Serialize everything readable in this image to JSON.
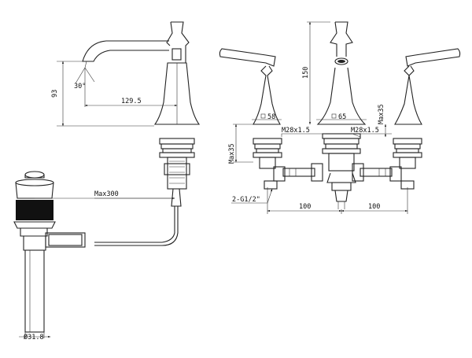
{
  "dimensions": {
    "spout_angle": "30°",
    "spout_height": "93",
    "spout_reach": "129.5",
    "drain_hose": "Max300",
    "drain_diameter": "Ø31.8",
    "body_height": "150",
    "handle_base_dia": "58",
    "spout_base_dia": "65",
    "thread_left": "M28x1.5",
    "thread_right": "M28x1.5",
    "deck_thickness_left": "Max35",
    "deck_thickness_right": "Max35",
    "inlet_thread": "2-G1/2\"",
    "spacing_left": "100",
    "spacing_right": "100"
  }
}
